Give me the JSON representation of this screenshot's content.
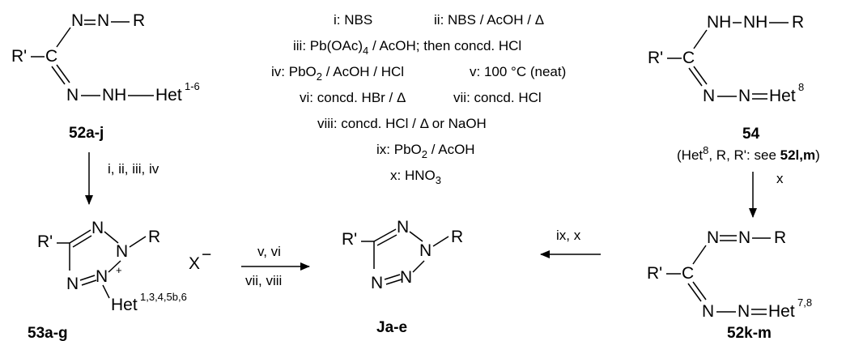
{
  "compounds": {
    "c52aj": {
      "label": "52a-j",
      "atoms": {
        "n1": "N",
        "n2": "N",
        "r": "R",
        "rp": "R'",
        "c": "C",
        "n3": "N",
        "nh": "NH",
        "het": "Het",
        "het_sup": "1-6"
      }
    },
    "c53ag": {
      "label": "53a-g",
      "atoms": {
        "rp": "R'",
        "n1": "N",
        "n2": "N",
        "r": "R",
        "plus": "+",
        "n3": "N",
        "n4": "N",
        "het": "Het",
        "het_sup": "1,3,4,5b,6",
        "x": "X",
        "xminus": "−"
      }
    },
    "cJae": {
      "label": "Ja-e",
      "atoms": {
        "rp": "R'",
        "n1": "N",
        "n2": "N",
        "r": "R",
        "n3": "N",
        "n4": "N"
      }
    },
    "c54": {
      "label": "54",
      "note_pre": "(Het",
      "note_sup": "8",
      "note_mid": ", R, R': see ",
      "note_ref": "52l,m",
      "note_post": ")",
      "atoms": {
        "nh1": "NH",
        "nh2": "NH",
        "r": "R",
        "rp": "R'",
        "c": "C",
        "n1": "N",
        "n2": "N",
        "het": "Het",
        "het_sup": "8"
      }
    },
    "c52km": {
      "label": "52k-m",
      "atoms": {
        "n1": "N",
        "n2": "N",
        "r": "R",
        "rp": "R'",
        "c": "C",
        "n3": "N",
        "n4": "N",
        "het": "Het",
        "het_sup": "7,8"
      }
    }
  },
  "conditions": [
    {
      "key": "i",
      "text": "NBS"
    },
    {
      "key": "ii",
      "text": "NBS / AcOH / Δ"
    },
    {
      "key": "iii",
      "text_pre": "Pb(OAc)",
      "text_sub": "4",
      "text_post": " / AcOH; then concd. HCl"
    },
    {
      "key": "iv",
      "text_pre": "PbO",
      "text_sub": "2",
      "text_post": " / AcOH / HCl"
    },
    {
      "key": "v",
      "text": "100 °C (neat)"
    },
    {
      "key": "vi",
      "text": "concd. HBr / Δ"
    },
    {
      "key": "vii",
      "text": "concd. HCl"
    },
    {
      "key": "viii",
      "text": "concd. HCl / Δ  or NaOH"
    },
    {
      "key": "ix",
      "text_pre": "PbO",
      "text_sub": "2",
      "text_post": " / AcOH"
    },
    {
      "key": "x",
      "text_pre": "HNO",
      "text_sub": "3",
      "text_post": ""
    }
  ],
  "arrows": {
    "down_left": {
      "label": "i, ii, iii, iv"
    },
    "down_right": {
      "label": "x"
    },
    "center_right": {
      "label_top": "v, vi",
      "label_bottom": "vii, viii"
    },
    "from_right": {
      "label": "ix, x"
    }
  }
}
